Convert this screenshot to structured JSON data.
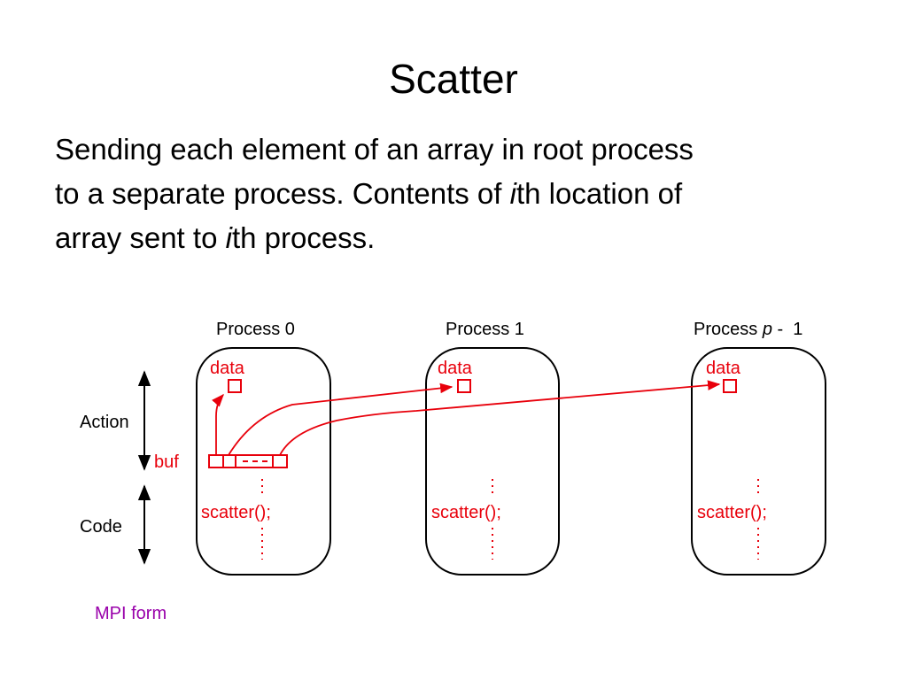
{
  "title": "Scatter",
  "description": {
    "line1": "Sending each element of an array in root process",
    "line2_a": "to a separate process. Contents of ",
    "line2_i": "i",
    "line2_b": "th location of",
    "line3_a": "array sent to ",
    "line3_i": "i",
    "line3_b": "th process."
  },
  "diagram": {
    "processes": [
      {
        "label": "Process 0",
        "data_label": "data",
        "call": "scatter();"
      },
      {
        "label": "Process 1",
        "data_label": "data",
        "call": "scatter();"
      },
      {
        "label_prefix": "Process ",
        "label_var": "p",
        "label_suffix": " -  1",
        "data_label": "data",
        "call": "scatter();"
      }
    ],
    "buf_label": "buf",
    "action_label": "Action",
    "code_label": "Code",
    "mpi_form_label": "MPI form",
    "colors": {
      "accent": "#e8000b",
      "mpi": "#9900aa",
      "stroke": "#000000"
    }
  }
}
